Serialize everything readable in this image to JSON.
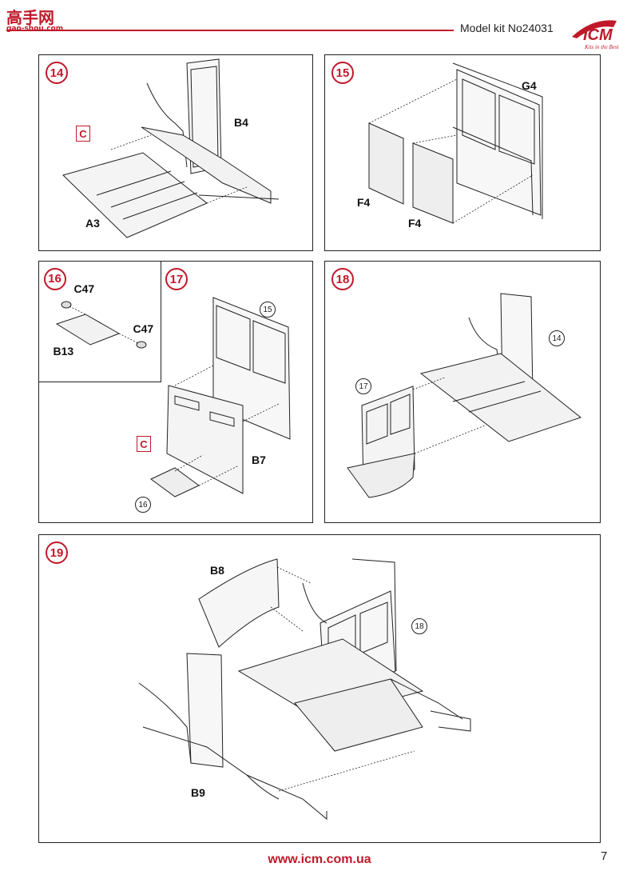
{
  "header": {
    "site_cn": "高手网",
    "site_url": "gao-shou.com",
    "kit_label": "Model kit No24031",
    "logo_text": "ICM",
    "logo_tagline": "Kits in the Best"
  },
  "steps": [
    {
      "number": "14",
      "parts": [
        "B4",
        "A3"
      ],
      "color_code": "C"
    },
    {
      "number": "15",
      "parts": [
        "G4",
        "F4",
        "F4"
      ]
    },
    {
      "number": "16",
      "parts": [
        "C47",
        "C47",
        "B13"
      ]
    },
    {
      "number": "17",
      "parts": [
        "B7"
      ],
      "color_code": "C",
      "refs": [
        "15",
        "16"
      ]
    },
    {
      "number": "18",
      "refs": [
        "14",
        "17"
      ]
    },
    {
      "number": "19",
      "parts": [
        "B8",
        "B9"
      ],
      "refs": [
        "18"
      ]
    }
  ],
  "footer": {
    "url": "www.icm.com.ua",
    "page": "7"
  },
  "colors": {
    "accent": "#c0192a",
    "line": "#222222"
  }
}
